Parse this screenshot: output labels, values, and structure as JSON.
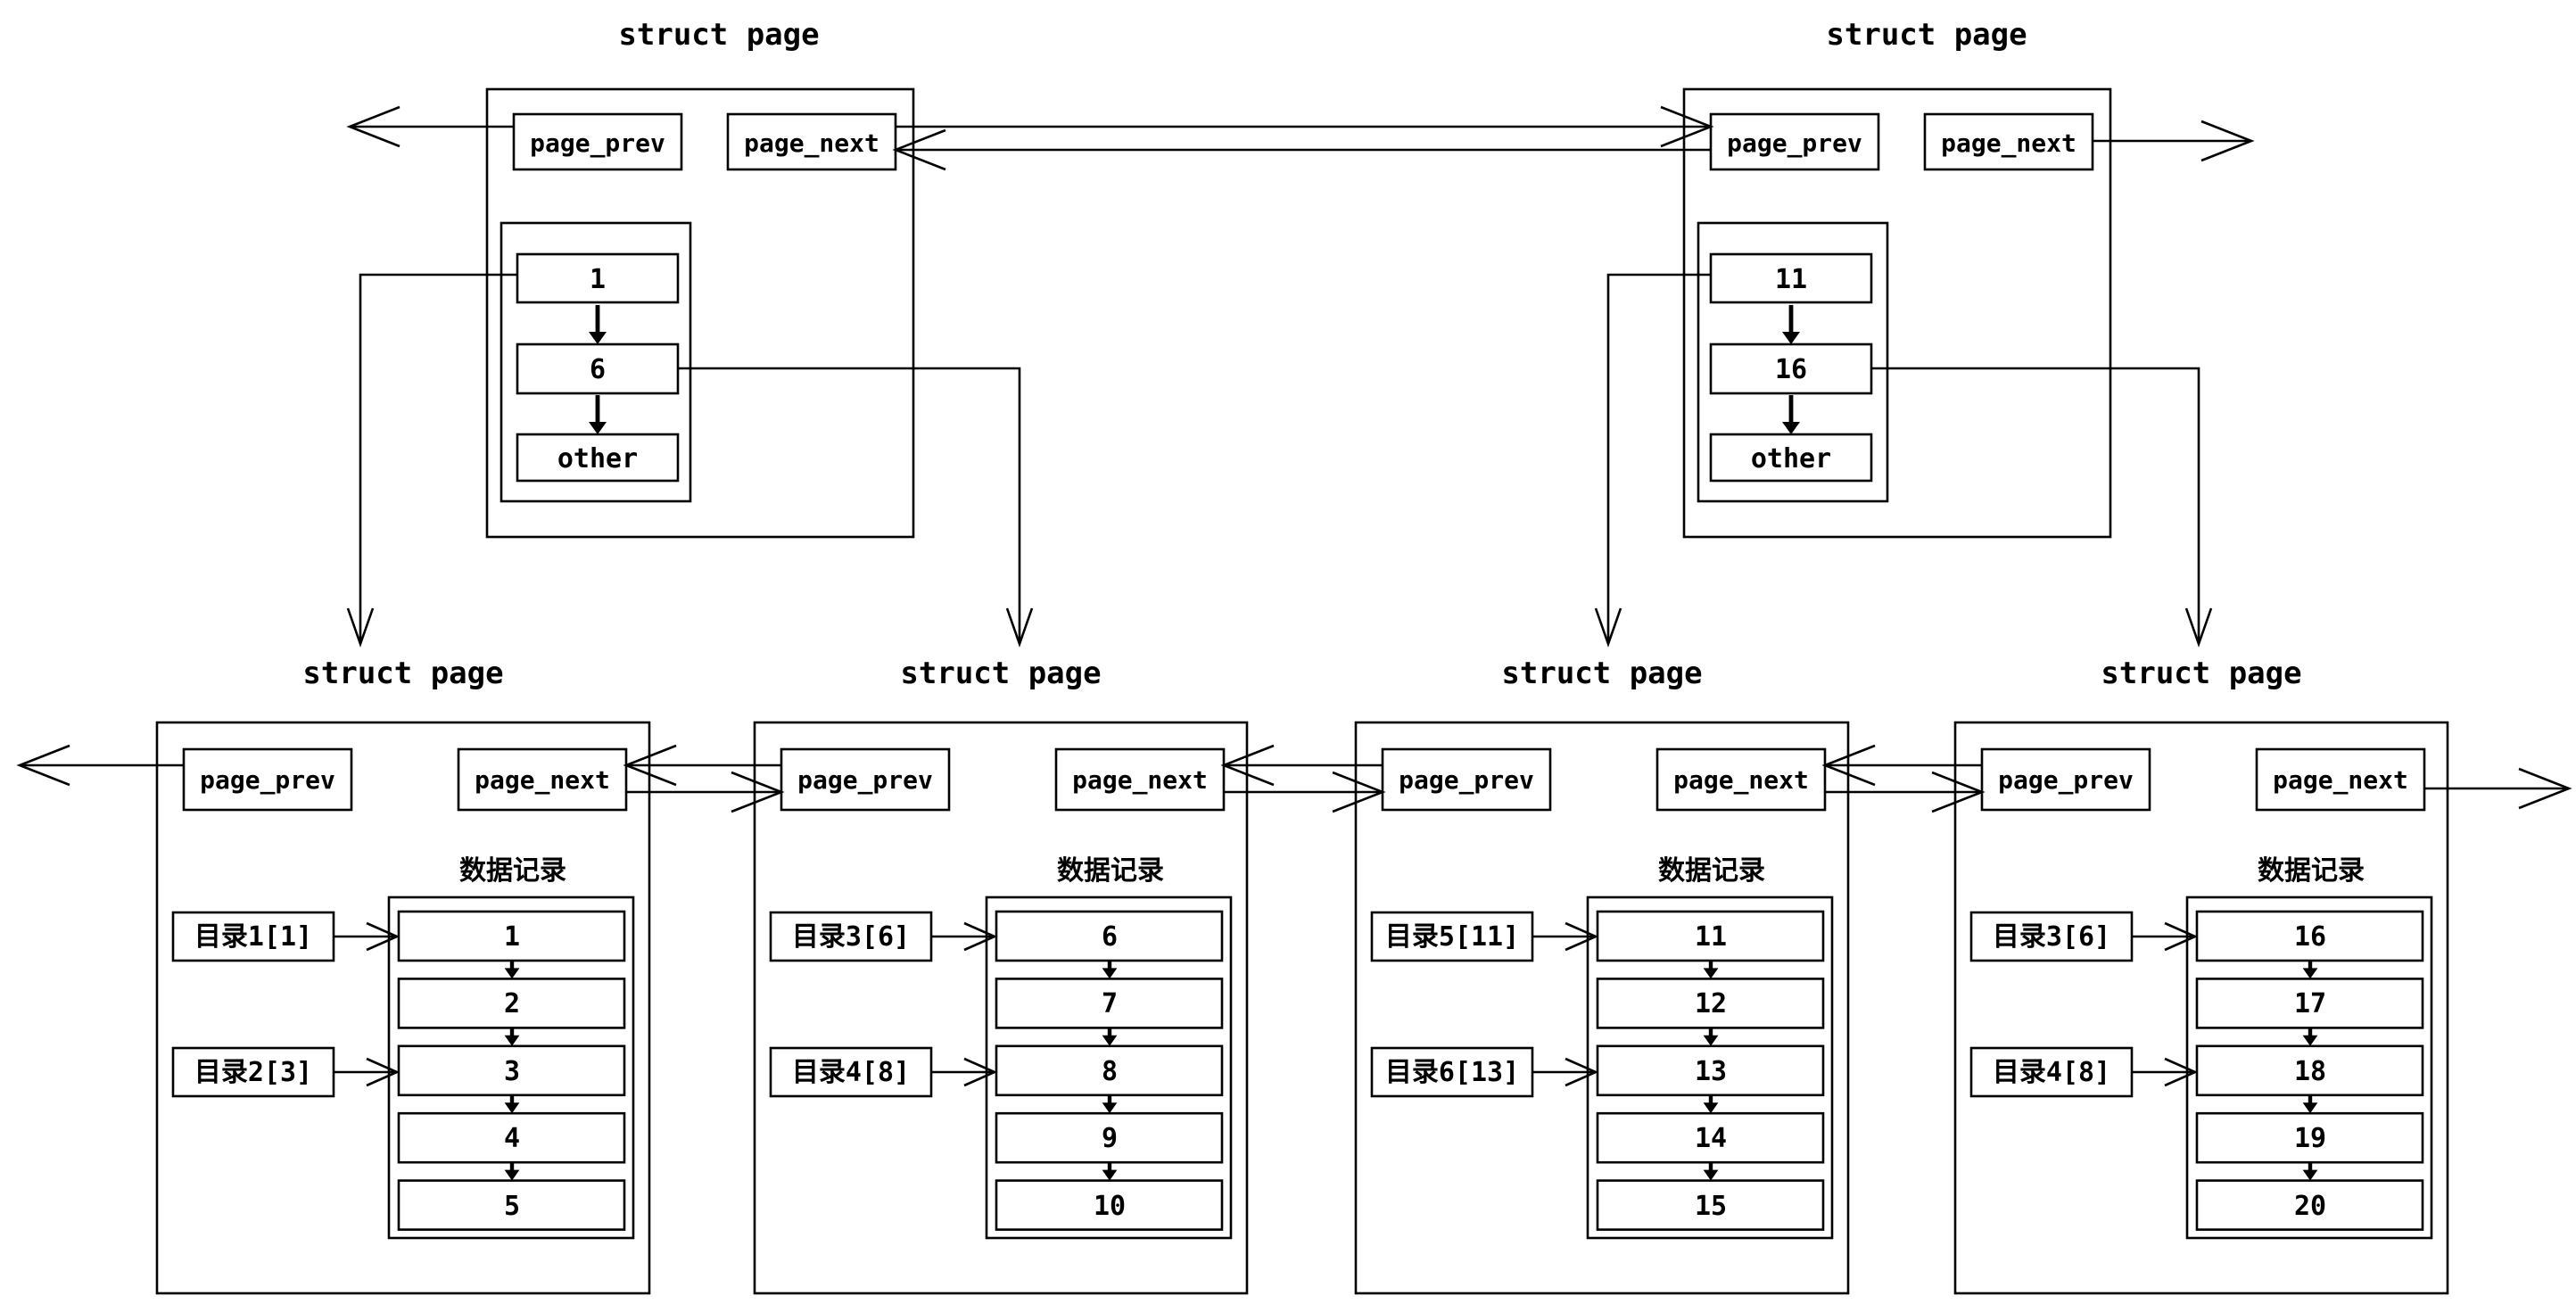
{
  "colors": {
    "ink": "#000000",
    "paper": "#ffffff"
  },
  "top_pages": [
    {
      "title": "struct page",
      "prev": "page_prev",
      "next": "page_next",
      "entries": [
        "1",
        "6",
        "other"
      ]
    },
    {
      "title": "struct page",
      "prev": "page_prev",
      "next": "page_next",
      "entries": [
        "11",
        "16",
        "other"
      ]
    }
  ],
  "bottom_pages": [
    {
      "title": "struct page",
      "prev": "page_prev",
      "next": "page_next",
      "records_title": "数据记录",
      "dirs": [
        "目录1[1]",
        "目录2[3]"
      ],
      "records": [
        "1",
        "2",
        "3",
        "4",
        "5"
      ]
    },
    {
      "title": "struct page",
      "prev": "page_prev",
      "next": "page_next",
      "records_title": "数据记录",
      "dirs": [
        "目录3[6]",
        "目录4[8]"
      ],
      "records": [
        "6",
        "7",
        "8",
        "9",
        "10"
      ]
    },
    {
      "title": "struct page",
      "prev": "page_prev",
      "next": "page_next",
      "records_title": "数据记录",
      "dirs": [
        "目录5[11]",
        "目录6[13]"
      ],
      "records": [
        "11",
        "12",
        "13",
        "14",
        "15"
      ]
    },
    {
      "title": "struct page",
      "prev": "page_prev",
      "next": "page_next",
      "records_title": "数据记录",
      "dirs": [
        "目录3[6]",
        "目录4[8]"
      ],
      "records": [
        "16",
        "17",
        "18",
        "19",
        "20"
      ]
    }
  ]
}
